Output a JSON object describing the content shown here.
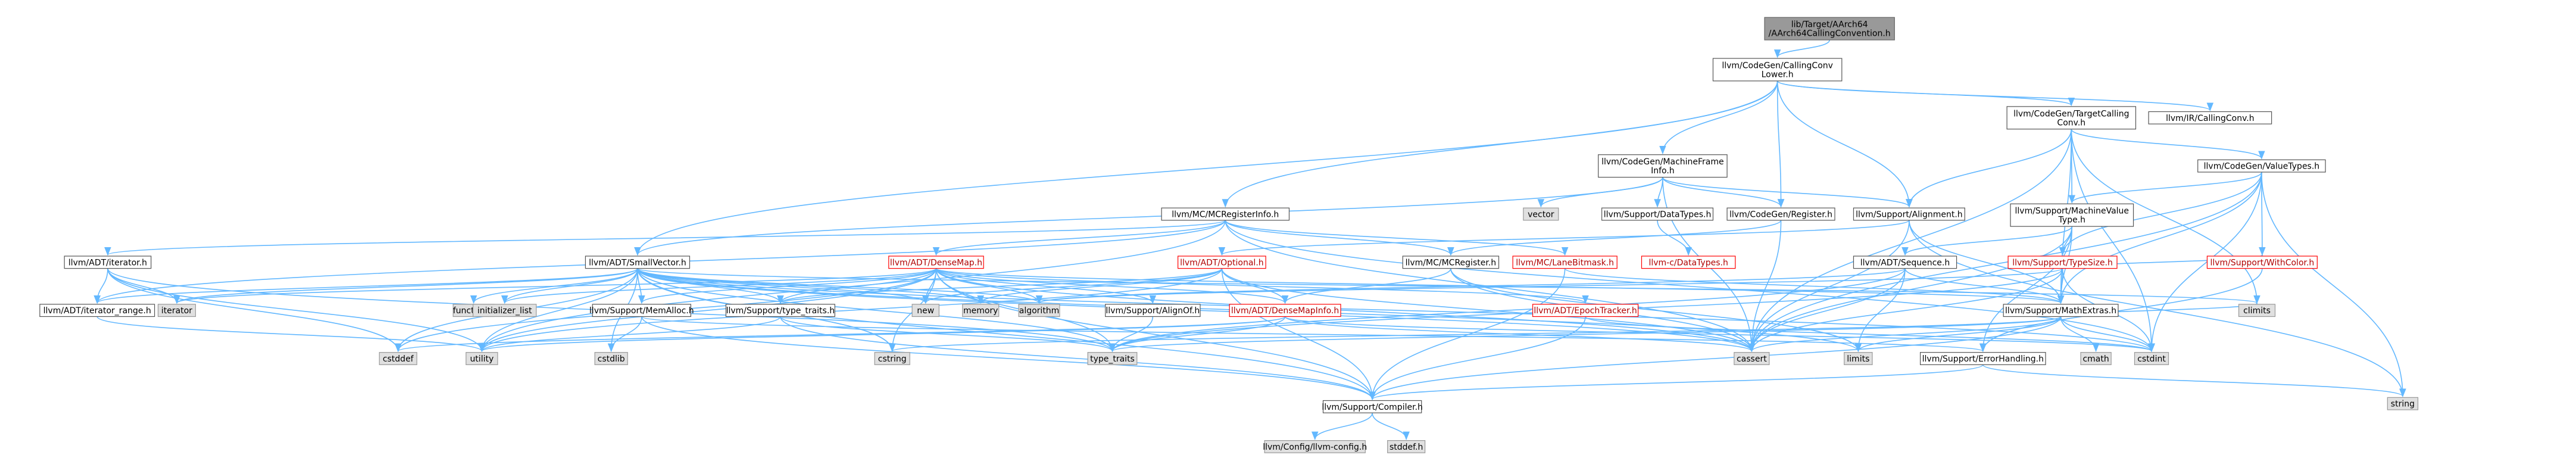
{
  "colors": {
    "edge": "#63b8ff",
    "node_border": "#555555",
    "node_fill": "#ffffff",
    "std_fill": "#e0e0e0",
    "std_border": "#999999",
    "root_fill": "#999999",
    "incomplete_border": "#ff0000"
  },
  "nodes": {
    "root": {
      "lines": [
        "lib/Target/AArch64",
        "/AArch64CallingConvention.h"
      ],
      "kind": "root"
    },
    "cclower": {
      "lines": [
        "llvm/CodeGen/CallingConv",
        "Lower.h"
      ],
      "kind": "normal"
    },
    "tcc": {
      "lines": [
        "llvm/CodeGen/TargetCalling",
        "Conv.h"
      ],
      "kind": "normal"
    },
    "irconv": {
      "lines": [
        "llvm/IR/CallingConv.h"
      ],
      "kind": "normal"
    },
    "mfi": {
      "lines": [
        "llvm/CodeGen/MachineFrame",
        "Info.h"
      ],
      "kind": "normal"
    },
    "vt": {
      "lines": [
        "llvm/CodeGen/ValueTypes.h"
      ],
      "kind": "normal"
    },
    "mcreginfo": {
      "lines": [
        "llvm/MC/MCRegisterInfo.h"
      ],
      "kind": "normal"
    },
    "vector": {
      "lines": [
        "vector"
      ],
      "kind": "std"
    },
    "datatypes": {
      "lines": [
        "llvm/Support/DataTypes.h"
      ],
      "kind": "normal"
    },
    "cgreg": {
      "lines": [
        "llvm/CodeGen/Register.h"
      ],
      "kind": "normal"
    },
    "align": {
      "lines": [
        "llvm/Support/Alignment.h"
      ],
      "kind": "normal"
    },
    "mvt": {
      "lines": [
        "llvm/Support/MachineValue",
        "Type.h"
      ],
      "kind": "normal"
    },
    "iterator": {
      "lines": [
        "llvm/ADT/iterator.h"
      ],
      "kind": "normal"
    },
    "smallvec": {
      "lines": [
        "llvm/ADT/SmallVector.h"
      ],
      "kind": "normal"
    },
    "densemap": {
      "lines": [
        "llvm/ADT/DenseMap.h"
      ],
      "kind": "red"
    },
    "mcreg": {
      "lines": [
        "llvm/MC/MCRegister.h"
      ],
      "kind": "normal"
    },
    "lanebm": {
      "lines": [
        "llvm/MC/LaneBitmask.h"
      ],
      "kind": "red"
    },
    "cdatatypes": {
      "lines": [
        "llvm-c/DataTypes.h"
      ],
      "kind": "red"
    },
    "optional": {
      "lines": [
        "llvm/ADT/Optional.h"
      ],
      "kind": "red"
    },
    "sequence": {
      "lines": [
        "llvm/ADT/Sequence.h"
      ],
      "kind": "normal"
    },
    "typesize": {
      "lines": [
        "llvm/Support/TypeSize.h"
      ],
      "kind": "red"
    },
    "withcolor": {
      "lines": [
        "llvm/Support/WithColor.h"
      ],
      "kind": "red"
    },
    "iterrange": {
      "lines": [
        "llvm/ADT/iterator_range.h"
      ],
      "kind": "normal"
    },
    "iter_std": {
      "lines": [
        "iterator"
      ],
      "kind": "std"
    },
    "functional": {
      "lines": [
        "functional"
      ],
      "kind": "std"
    },
    "initlist": {
      "lines": [
        "initializer_list"
      ],
      "kind": "std"
    },
    "memalloc": {
      "lines": [
        "llvm/Support/MemAlloc.h"
      ],
      "kind": "normal"
    },
    "typetraits": {
      "lines": [
        "llvm/Support/type_traits.h"
      ],
      "kind": "normal"
    },
    "new": {
      "lines": [
        "new"
      ],
      "kind": "std"
    },
    "memory": {
      "lines": [
        "memory"
      ],
      "kind": "std"
    },
    "algorithm": {
      "lines": [
        "algorithm"
      ],
      "kind": "std"
    },
    "alignof": {
      "lines": [
        "llvm/Support/AlignOf.h"
      ],
      "kind": "normal"
    },
    "dmi": {
      "lines": [
        "llvm/ADT/DenseMapInfo.h"
      ],
      "kind": "red"
    },
    "epoch": {
      "lines": [
        "llvm/ADT/EpochTracker.h"
      ],
      "kind": "red"
    },
    "mathextras": {
      "lines": [
        "llvm/Support/MathExtras.h"
      ],
      "kind": "normal"
    },
    "climits": {
      "lines": [
        "climits"
      ],
      "kind": "std"
    },
    "cstddef": {
      "lines": [
        "cstddef"
      ],
      "kind": "std"
    },
    "utility": {
      "lines": [
        "utility"
      ],
      "kind": "std"
    },
    "cstdlib": {
      "lines": [
        "cstdlib"
      ],
      "kind": "std"
    },
    "cstring": {
      "lines": [
        "cstring"
      ],
      "kind": "std"
    },
    "type_traits": {
      "lines": [
        "type_traits"
      ],
      "kind": "std"
    },
    "cassert": {
      "lines": [
        "cassert"
      ],
      "kind": "std"
    },
    "limits": {
      "lines": [
        "limits"
      ],
      "kind": "std"
    },
    "errhandling": {
      "lines": [
        "llvm/Support/ErrorHandling.h"
      ],
      "kind": "normal"
    },
    "cmath": {
      "lines": [
        "cmath"
      ],
      "kind": "std"
    },
    "cstdint": {
      "lines": [
        "cstdint"
      ],
      "kind": "std"
    },
    "string": {
      "lines": [
        "string"
      ],
      "kind": "std"
    },
    "compiler": {
      "lines": [
        "llvm/Support/Compiler.h"
      ],
      "kind": "normal"
    },
    "llvmconfig": {
      "lines": [
        "llvm/Config/llvm-config.h"
      ],
      "kind": "std"
    },
    "stddef": {
      "lines": [
        "stddef.h"
      ],
      "kind": "std"
    }
  },
  "edges": [
    [
      "root",
      "cclower"
    ],
    [
      "cclower",
      "tcc"
    ],
    [
      "cclower",
      "irconv"
    ],
    [
      "cclower",
      "mfi"
    ],
    [
      "cclower",
      "mcreginfo"
    ],
    [
      "cclower",
      "cgreg"
    ],
    [
      "cclower",
      "align"
    ],
    [
      "cclower",
      "smallvec"
    ],
    [
      "tcc",
      "vt"
    ],
    [
      "tcc",
      "mvt"
    ],
    [
      "tcc",
      "align"
    ],
    [
      "tcc",
      "mathextras"
    ],
    [
      "tcc",
      "cassert"
    ],
    [
      "tcc",
      "climits"
    ],
    [
      "tcc",
      "cstdint"
    ],
    [
      "mfi",
      "vector"
    ],
    [
      "mfi",
      "datatypes"
    ],
    [
      "mfi",
      "cgreg"
    ],
    [
      "mfi",
      "align"
    ],
    [
      "mfi",
      "smallvec"
    ],
    [
      "mfi",
      "cassert"
    ],
    [
      "vt",
      "mvt"
    ],
    [
      "vt",
      "typesize"
    ],
    [
      "vt",
      "withcolor"
    ],
    [
      "vt",
      "mathextras"
    ],
    [
      "vt",
      "cassert"
    ],
    [
      "vt",
      "cstdint"
    ],
    [
      "vt",
      "string"
    ],
    [
      "mcreginfo",
      "iterator"
    ],
    [
      "mcreginfo",
      "densemap"
    ],
    [
      "mcreginfo",
      "mcreg"
    ],
    [
      "mcreginfo",
      "lanebm"
    ],
    [
      "mcreginfo",
      "iterrange"
    ],
    [
      "mcreginfo",
      "cassert"
    ],
    [
      "mcreginfo",
      "cstdint"
    ],
    [
      "mcreginfo",
      "utility"
    ],
    [
      "datatypes",
      "cdatatypes"
    ],
    [
      "cgreg",
      "mcreg"
    ],
    [
      "cgreg",
      "cassert"
    ],
    [
      "align",
      "mathextras"
    ],
    [
      "align",
      "cassert"
    ],
    [
      "align",
      "optional"
    ],
    [
      "align",
      "string"
    ],
    [
      "mvt",
      "sequence"
    ],
    [
      "mvt",
      "typesize"
    ],
    [
      "mvt",
      "mathextras"
    ],
    [
      "mvt",
      "cassert"
    ],
    [
      "mvt",
      "errhandling"
    ],
    [
      "iterator",
      "iterrange"
    ],
    [
      "iterator",
      "iter_std"
    ],
    [
      "iterator",
      "cstddef"
    ],
    [
      "iterator",
      "utility"
    ],
    [
      "iterator",
      "type_traits"
    ],
    [
      "smallvec",
      "iter_std"
    ],
    [
      "smallvec",
      "iterrange"
    ],
    [
      "smallvec",
      "functional"
    ],
    [
      "smallvec",
      "initlist"
    ],
    [
      "smallvec",
      "memalloc"
    ],
    [
      "smallvec",
      "typetraits"
    ],
    [
      "smallvec",
      "new"
    ],
    [
      "smallvec",
      "memory"
    ],
    [
      "smallvec",
      "algorithm"
    ],
    [
      "smallvec",
      "cassert"
    ],
    [
      "smallvec",
      "climits"
    ],
    [
      "smallvec",
      "cstddef"
    ],
    [
      "smallvec",
      "utility"
    ],
    [
      "smallvec",
      "cstdlib"
    ],
    [
      "smallvec",
      "cstring"
    ],
    [
      "smallvec",
      "compiler"
    ],
    [
      "smallvec",
      "limits"
    ],
    [
      "smallvec",
      "cstdint"
    ],
    [
      "smallvec",
      "type_traits"
    ],
    [
      "densemap",
      "dmi"
    ],
    [
      "densemap",
      "epoch"
    ],
    [
      "densemap",
      "alignof"
    ],
    [
      "densemap",
      "compiler"
    ],
    [
      "densemap",
      "mathextras"
    ],
    [
      "densemap",
      "memalloc"
    ],
    [
      "densemap",
      "typetraits"
    ],
    [
      "densemap",
      "algorithm"
    ],
    [
      "densemap",
      "cassert"
    ],
    [
      "densemap",
      "cstddef"
    ],
    [
      "densemap",
      "cstring"
    ],
    [
      "densemap",
      "initlist"
    ],
    [
      "densemap",
      "iter_std"
    ],
    [
      "densemap",
      "new"
    ],
    [
      "densemap",
      "type_traits"
    ],
    [
      "densemap",
      "utility"
    ],
    [
      "mcreg",
      "dmi"
    ],
    [
      "mcreg",
      "cassert"
    ],
    [
      "mcreg",
      "limits"
    ],
    [
      "lanebm",
      "compiler"
    ],
    [
      "lanebm",
      "mathextras"
    ],
    [
      "optional",
      "dmi"
    ],
    [
      "optional",
      "compiler"
    ],
    [
      "optional",
      "typetraits"
    ],
    [
      "optional",
      "cassert"
    ],
    [
      "optional",
      "memory"
    ],
    [
      "optional",
      "new"
    ],
    [
      "optional",
      "utility"
    ],
    [
      "sequence",
      "mathextras"
    ],
    [
      "sequence",
      "cassert"
    ],
    [
      "sequence",
      "limits"
    ],
    [
      "sequence",
      "type_traits"
    ],
    [
      "sequence",
      "algorithm"
    ],
    [
      "typesize",
      "mathextras"
    ],
    [
      "typesize",
      "withcolor"
    ],
    [
      "typesize",
      "algorithm"
    ],
    [
      "typesize",
      "cassert"
    ],
    [
      "typesize",
      "cstdint"
    ],
    [
      "typesize",
      "type_traits"
    ],
    [
      "withcolor",
      "errhandling"
    ],
    [
      "iterrange",
      "utility"
    ],
    [
      "memalloc",
      "compiler"
    ],
    [
      "memalloc",
      "errhandling"
    ],
    [
      "memalloc",
      "cstdlib"
    ],
    [
      "typetraits",
      "compiler"
    ],
    [
      "typetraits",
      "type_traits"
    ],
    [
      "typetraits",
      "utility"
    ],
    [
      "alignof",
      "type_traits"
    ],
    [
      "dmi",
      "cassert"
    ],
    [
      "dmi",
      "cstddef"
    ],
    [
      "dmi",
      "cstdint"
    ],
    [
      "dmi",
      "type_traits"
    ],
    [
      "dmi",
      "utility"
    ],
    [
      "epoch",
      "compiler"
    ],
    [
      "epoch",
      "cstdint"
    ],
    [
      "mathextras",
      "compiler"
    ],
    [
      "mathextras",
      "cassert"
    ],
    [
      "mathextras",
      "climits"
    ],
    [
      "mathextras",
      "cmath"
    ],
    [
      "mathextras",
      "cstdint"
    ],
    [
      "mathextras",
      "cstring"
    ],
    [
      "mathextras",
      "limits"
    ],
    [
      "mathextras",
      "type_traits"
    ],
    [
      "errhandling",
      "compiler"
    ],
    [
      "errhandling",
      "string"
    ],
    [
      "compiler",
      "llvmconfig"
    ],
    [
      "compiler",
      "stddef"
    ]
  ]
}
